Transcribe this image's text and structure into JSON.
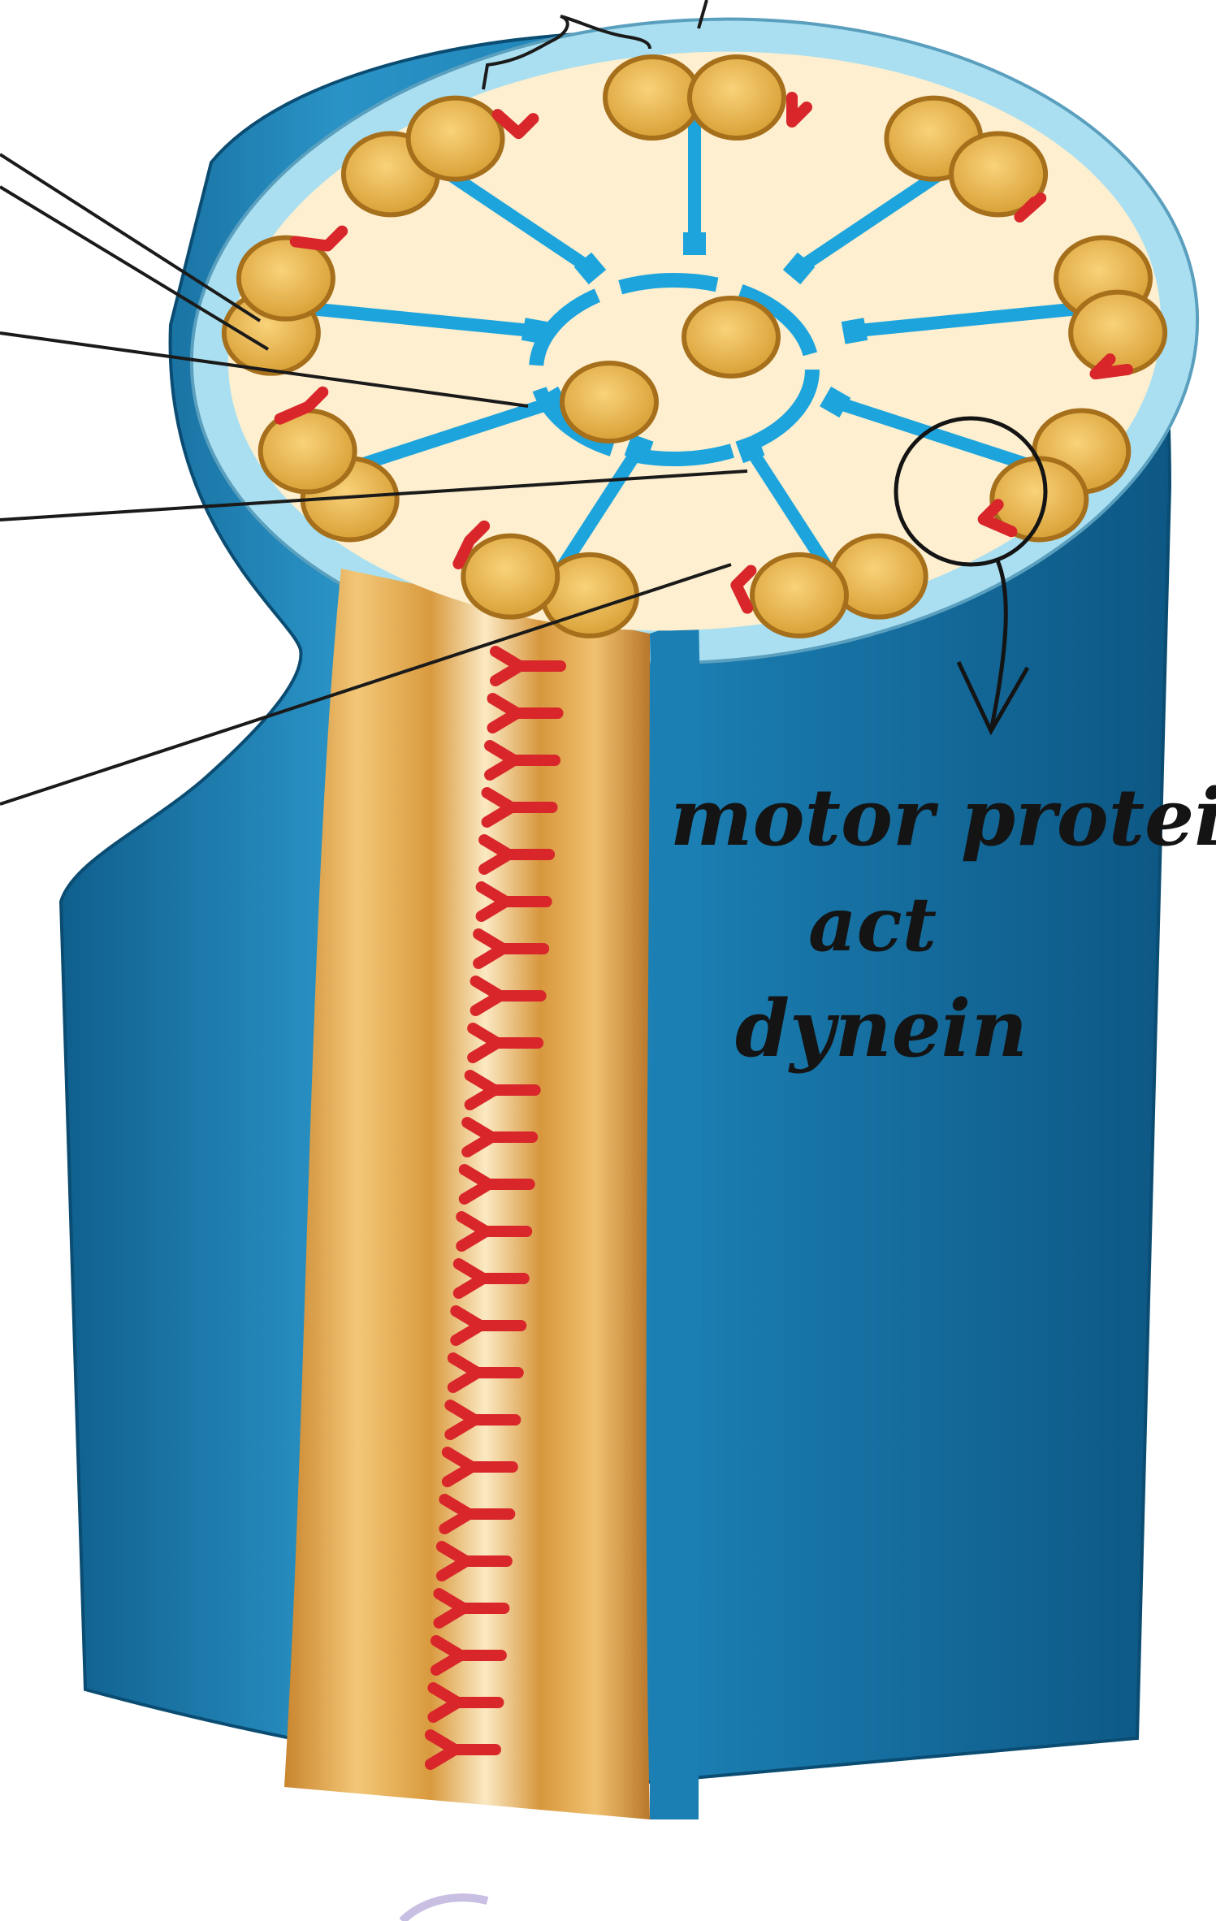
{
  "annotation": {
    "line1": "motor protein",
    "line2": "act",
    "line3": "dynein"
  },
  "colors": {
    "sheath_blue": "#1b7fb3",
    "rim_light_blue": "#a9dff0",
    "cytoplasm_cream": "#fdefcf",
    "microtubule_gold": "#e9b548",
    "dynein_red": "#d8262b",
    "spoke_cyan": "#1da4dd",
    "shaft_orange": "#d99a3e",
    "pointer_black": "#1a1a1a"
  },
  "icons": {
    "doublet": "microtubule-doublet-icon",
    "dynein": "dynein-arm-icon",
    "spoke": "radial-spoke-icon"
  }
}
